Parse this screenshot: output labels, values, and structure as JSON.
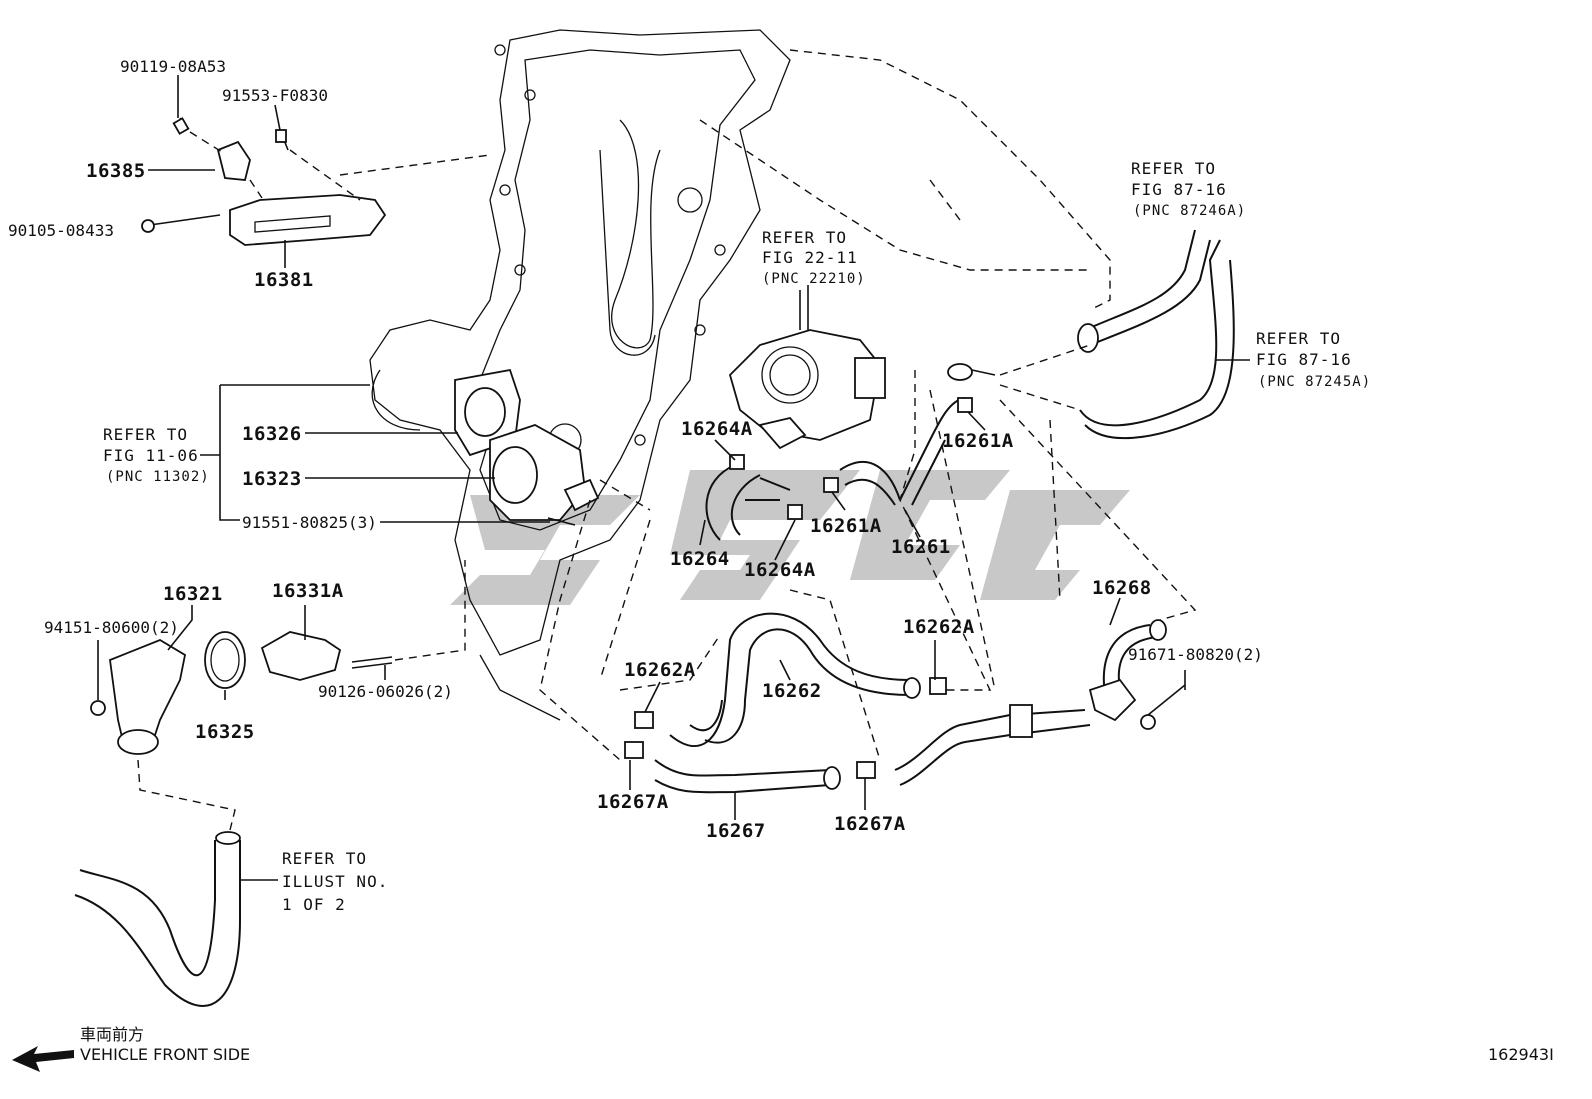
{
  "labels": {
    "p9011908a53": "90119-08A53",
    "p91553f0830": "91553-F0830",
    "p16385": "16385",
    "p9010508433": "90105-08433",
    "p16381": "16381",
    "p16326": "16326",
    "p16323": "16323",
    "p9155180825": "91551-80825(3)",
    "p16321": "16321",
    "p16331a": "16331A",
    "p9415180600": "94151-80600(2)",
    "p16325": "16325",
    "p9012606026": "90126-06026(2)",
    "p16264a_top": "16264A",
    "p16264": "16264",
    "p16264a_bot": "16264A",
    "p16261a_right": "16261A",
    "p16261a_mid": "16261A",
    "p16261": "16261",
    "p16262a_right": "16262A",
    "p16262a_left": "16262A",
    "p16262": "16262",
    "p16267a_left": "16267A",
    "p16267": "16267",
    "p16267a_right": "16267A",
    "p16268": "16268",
    "p9167180820": "91671-80820(2)"
  },
  "refs": {
    "throttle": {
      "line1": "REFER TO",
      "line2": "FIG 22-11",
      "line3": "(PNC 22210)"
    },
    "hose_top": {
      "line1": "REFER TO",
      "line2": "FIG 87-16",
      "line3": "(PNC 87246A)"
    },
    "hose_mid": {
      "line1": "REFER TO",
      "line2": "FIG 87-16",
      "line3": "(PNC 87245A)"
    },
    "engine": {
      "line1": "REFER TO",
      "line2": "FIG 11-06",
      "line3": "(PNC 11302)"
    },
    "illust": {
      "line1": "REFER TO",
      "line2": "ILLUST NO.",
      "line3": "1 OF 2"
    }
  },
  "footer": {
    "jp_direction": "車両前方",
    "direction": "VEHICLE FRONT SIDE",
    "figure_id": "162943I"
  }
}
